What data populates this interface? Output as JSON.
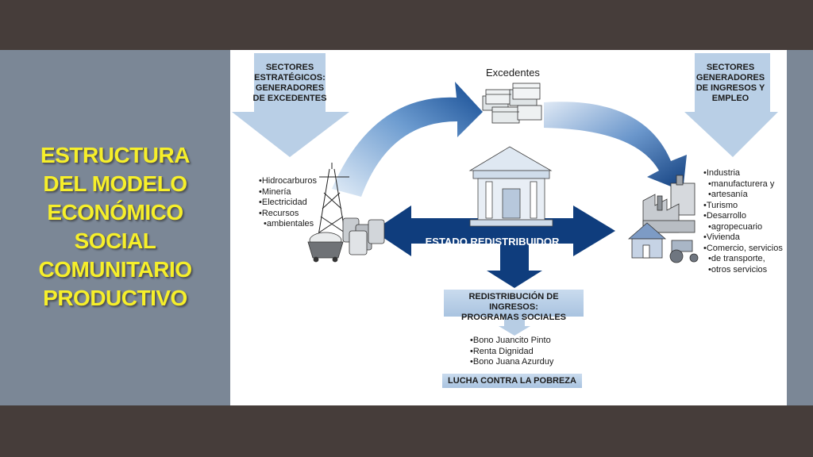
{
  "slide": {
    "title_lines": [
      "ESTRUCTURA",
      "DEL MODELO",
      "ECONÓMICO",
      "SOCIAL",
      "COMUNITARIO",
      "PRODUCTIVO"
    ]
  },
  "diagram": {
    "left_header_lines": [
      "SECTORES",
      "ESTRATÉGICOS:",
      "GENERADORES",
      "DE EXCEDENTES"
    ],
    "left_items": [
      "Hidrocarburos",
      "Minería",
      "Electricidad",
      "Recursos",
      "ambientales"
    ],
    "excedentes_label": "Excedentes",
    "right_header_lines": [
      "SECTORES",
      "GENERADORES",
      "DE INGRESOS Y",
      "EMPLEO"
    ],
    "right_items": [
      "Industria",
      "manufacturera y",
      "artesanía",
      "Turismo",
      "Desarrollo",
      "agropecuario",
      "Vivienda",
      "Comercio, servicios",
      "de transporte,",
      "otros servicios"
    ],
    "center_label": "ESTADO REDISTRIBUIDOR",
    "redistribution_lines": [
      "REDISTRIBUCIÓN DE INGRESOS:",
      "PROGRAMAS SOCIALES"
    ],
    "programs": [
      "Bono Juancito Pinto",
      "Renta Dignidad",
      "Bono Juana Azurduy"
    ],
    "footer_label": "LUCHA CONTRA LA POBREZA"
  },
  "colors": {
    "title_yellow": "#f6ef2a",
    "side_gray": "#7b8796",
    "frame_dark": "#463d3a",
    "arrow_navy": "#0f3d7d",
    "arrow_light": "#bcd3ea",
    "box_light": "#b7cde4"
  },
  "icons": [
    "oil-derrick-icon",
    "mine-cart-icon",
    "oil-barrels-icon",
    "money-stack-icon",
    "government-building-icon",
    "factory-icon",
    "house-icon",
    "tractor-icon"
  ]
}
